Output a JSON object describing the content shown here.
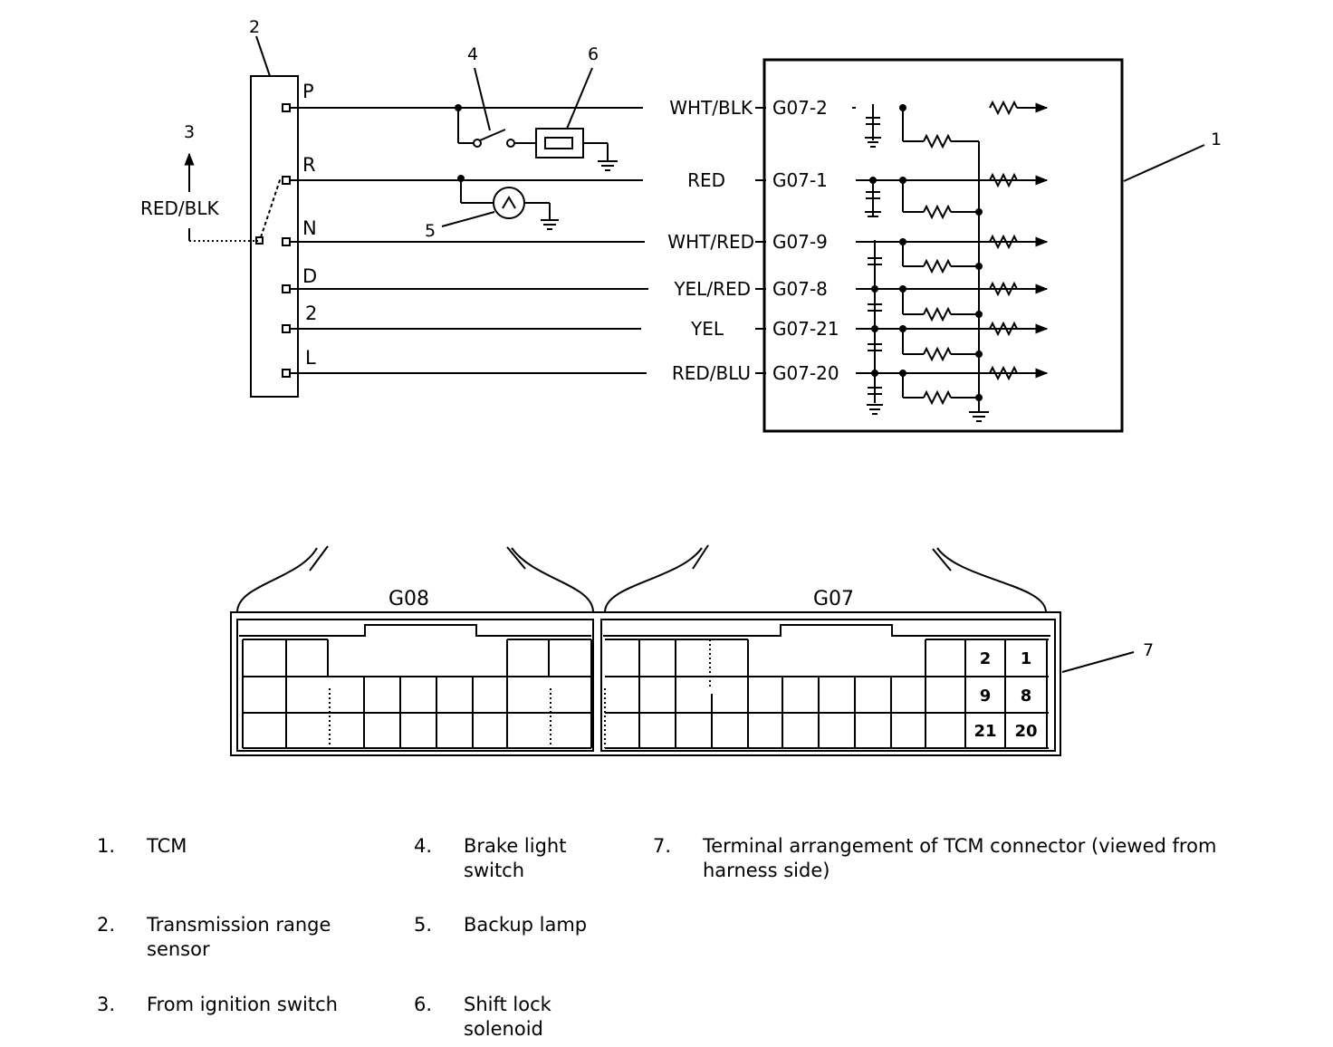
{
  "callouts": {
    "c1": "1",
    "c2": "2",
    "c3": "3",
    "c4": "4",
    "c5": "5",
    "c6": "6",
    "c7": "7"
  },
  "ignition_wire": "RED/BLK",
  "positions": [
    "P",
    "R",
    "N",
    "D",
    "2",
    "L"
  ],
  "wires": [
    {
      "color": "WHT/BLK",
      "terminal": "G07-2"
    },
    {
      "color": "RED",
      "terminal": "G07-1"
    },
    {
      "color": "WHT/RED",
      "terminal": "G07-9"
    },
    {
      "color": "YEL/RED",
      "terminal": "G07-8"
    },
    {
      "color": "YEL",
      "terminal": "G07-21"
    },
    {
      "color": "RED/BLU",
      "terminal": "G07-20"
    }
  ],
  "connectors": {
    "left": "G08",
    "right": "G07"
  },
  "pins": [
    "2",
    "1",
    "9",
    "8",
    "21",
    "20"
  ],
  "legend": [
    {
      "num": "1.",
      "text": "TCM"
    },
    {
      "num": "2.",
      "text": "Transmission range sensor"
    },
    {
      "num": "3.",
      "text": "From ignition switch"
    },
    {
      "num": "4.",
      "text": "Brake light switch"
    },
    {
      "num": "5.",
      "text": "Backup lamp"
    },
    {
      "num": "6.",
      "text": "Shift lock solenoid"
    },
    {
      "num": "7.",
      "text": "Terminal arrangement of TCM connector (viewed from harness side)"
    }
  ]
}
